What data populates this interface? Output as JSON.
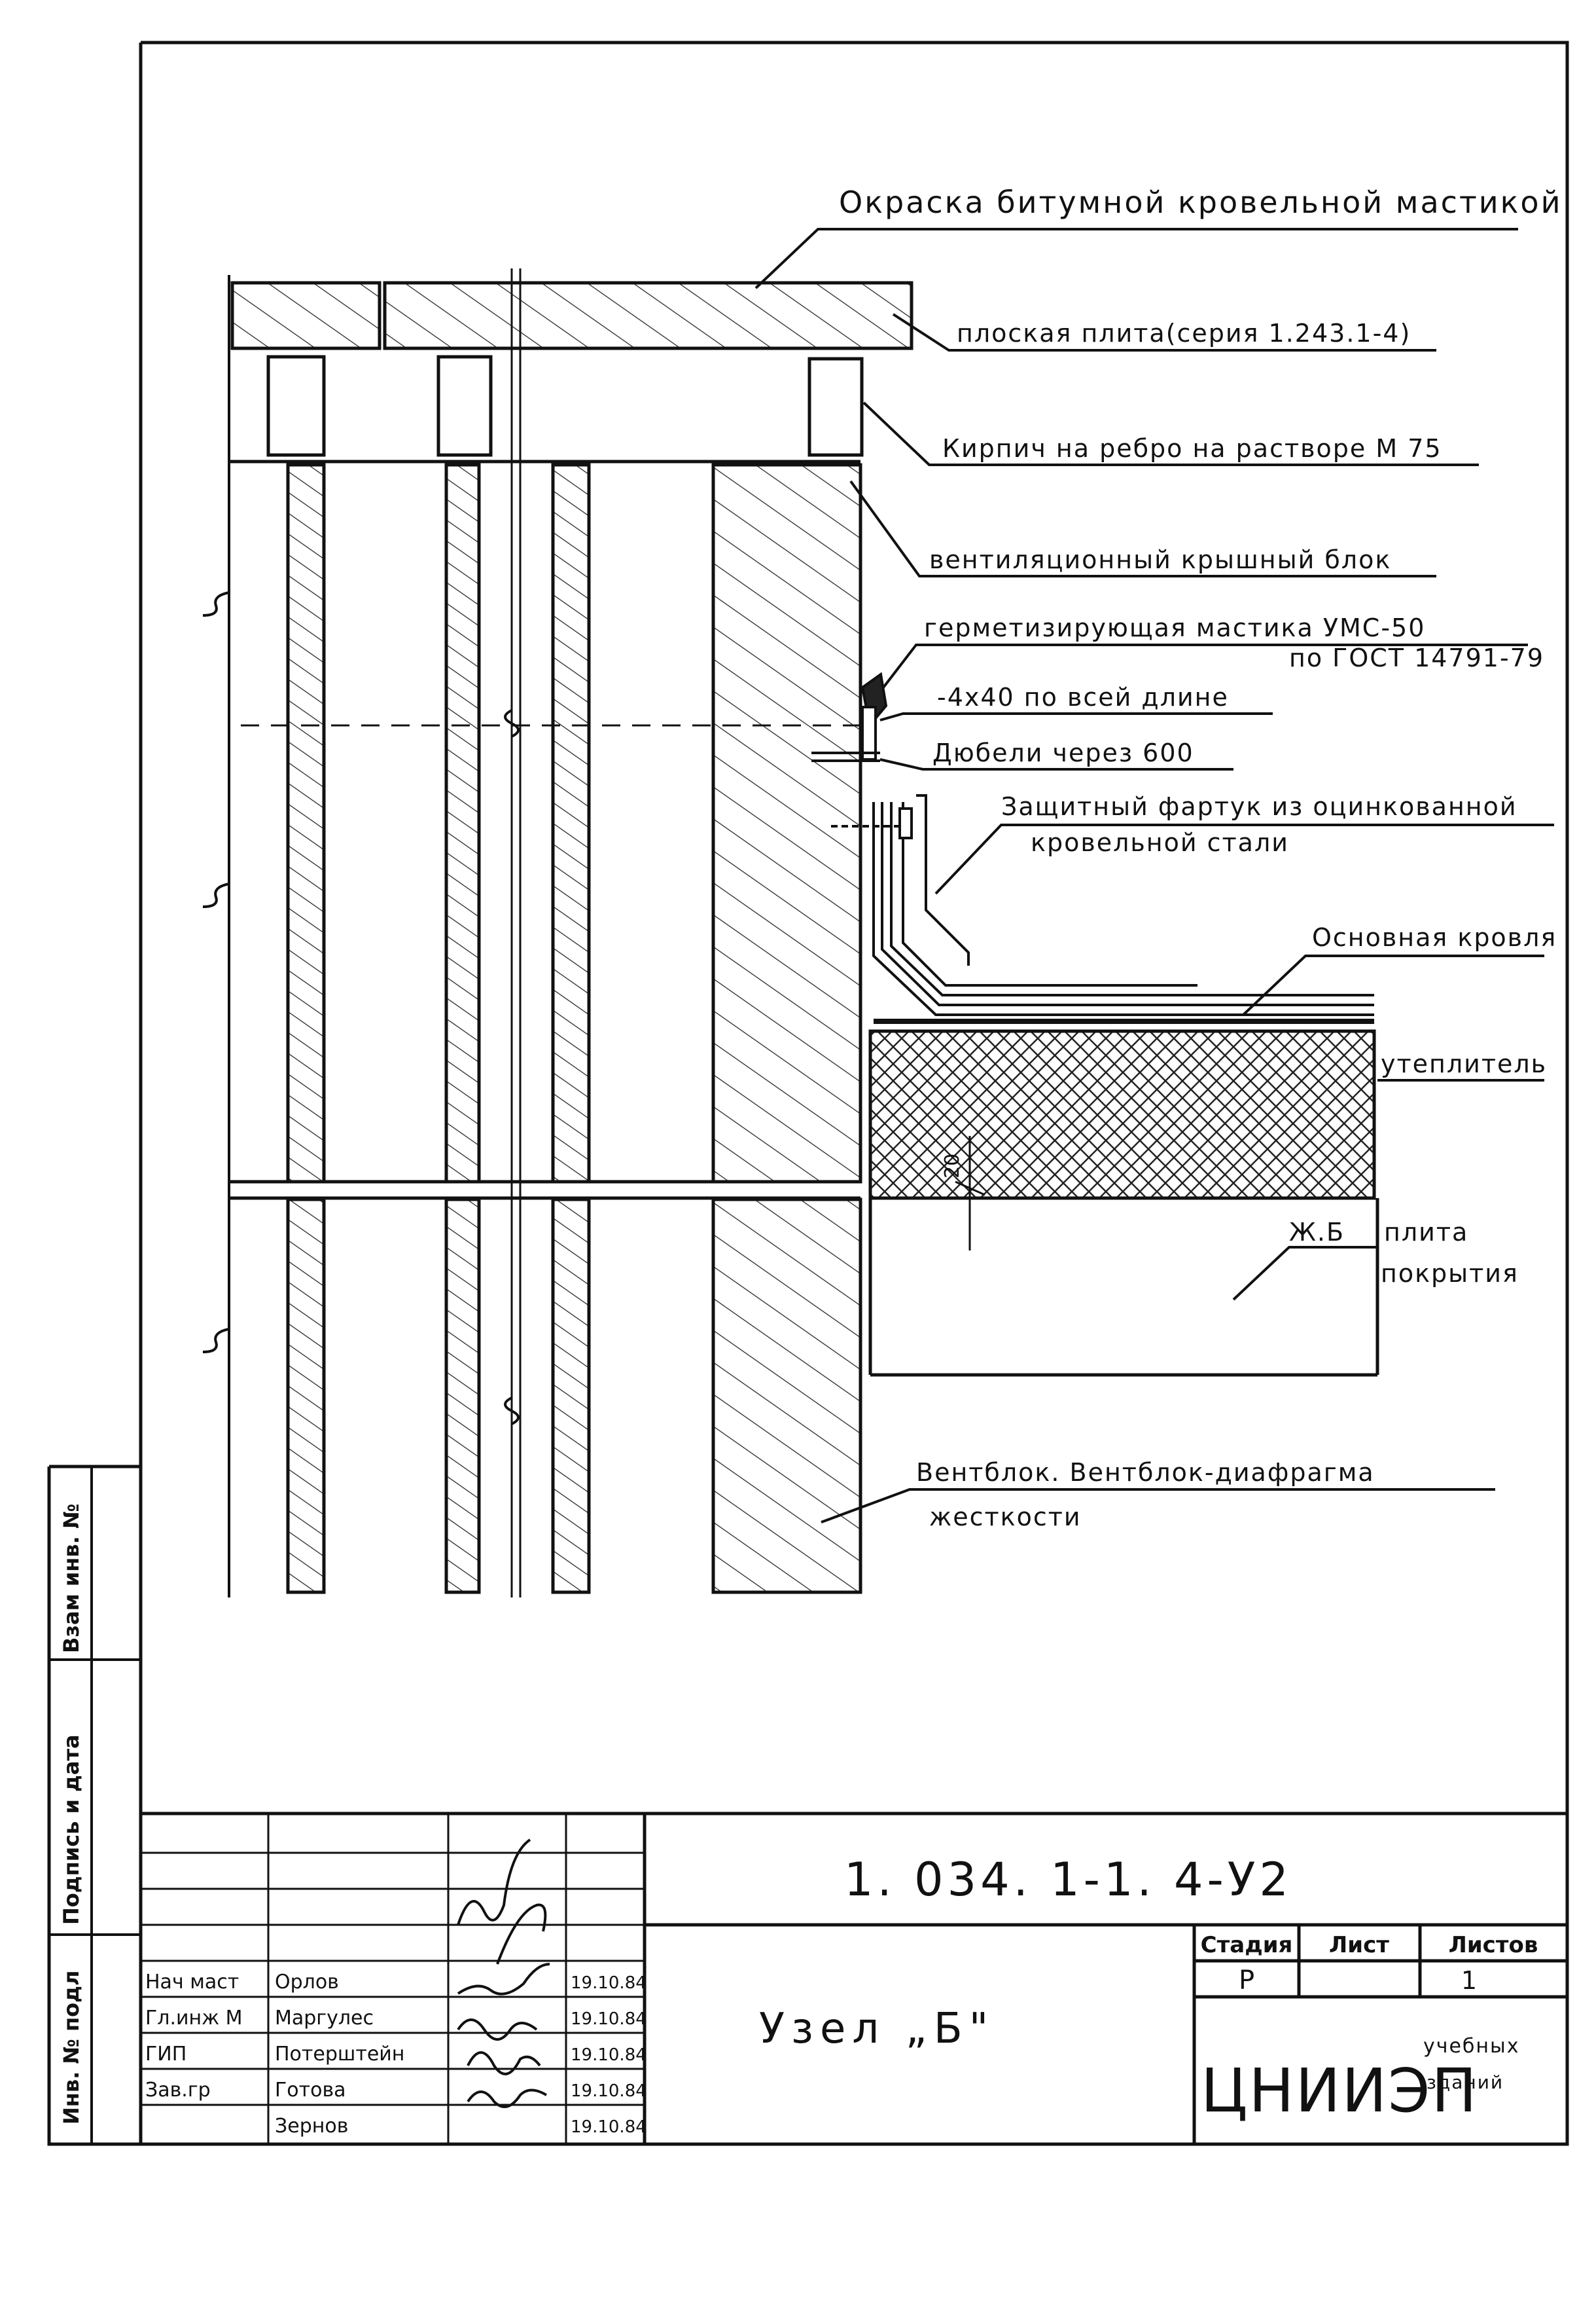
{
  "annotations": {
    "coating": "Окраска битумной кровельной мастикой",
    "flat_slab": "плоская плита(серия 1.243.1-4)",
    "brick": "Кирпич на ребро на растворе М 75",
    "vent_block": "вентиляционный крышный блок",
    "sealant_1": "герметизирующая мастика УМС-50",
    "sealant_2": "по ГОСТ 14791-79",
    "strip": "-4х40 по всей длине",
    "dowels": "Дюбели через 600",
    "apron_1": "Защитный фартук из оцинкованной",
    "apron_2": "кровельной стали",
    "main_roof": "Основная кровля",
    "insulation": "утеплитель",
    "rc_mark": "Ж.Б",
    "rc_slab_1": "плита",
    "rc_slab_2": "покрытия",
    "ventblock_1": "Вентблок. Вентблок-диафрагма",
    "ventblock_2": "жесткости",
    "dim_20": "20"
  },
  "side_stamp": {
    "inv_no": "Инв. № подл",
    "sign_date": "Подпись и дата",
    "vzam": "Взам инв. №"
  },
  "title_block": {
    "doc_code": "1. 034. 1-1. 4-У2",
    "node_title": "Узел „Б\"",
    "stage_header": "Стадия",
    "sheet_header": "Лист",
    "sheets_header": "Листов",
    "stage_value": "Р",
    "sheets_value": "1",
    "org_logo": "ЦНИИЭП",
    "org_sub_1": "учебных",
    "org_sub_2": "зданий",
    "rows": [
      {
        "role": "Нач маст",
        "name": "Орлов",
        "date": "19.10.84"
      },
      {
        "role": "Гл.инж М",
        "name": "Маргулес",
        "date": "19.10.84"
      },
      {
        "role": "ГИП",
        "name": "Потерштейн",
        "date": "19.10.84"
      },
      {
        "role": "Зав.гр",
        "name": "Готова",
        "date": "19.10.84"
      },
      {
        "role": "",
        "name": "Зернов",
        "date": "19.10.84"
      }
    ]
  }
}
